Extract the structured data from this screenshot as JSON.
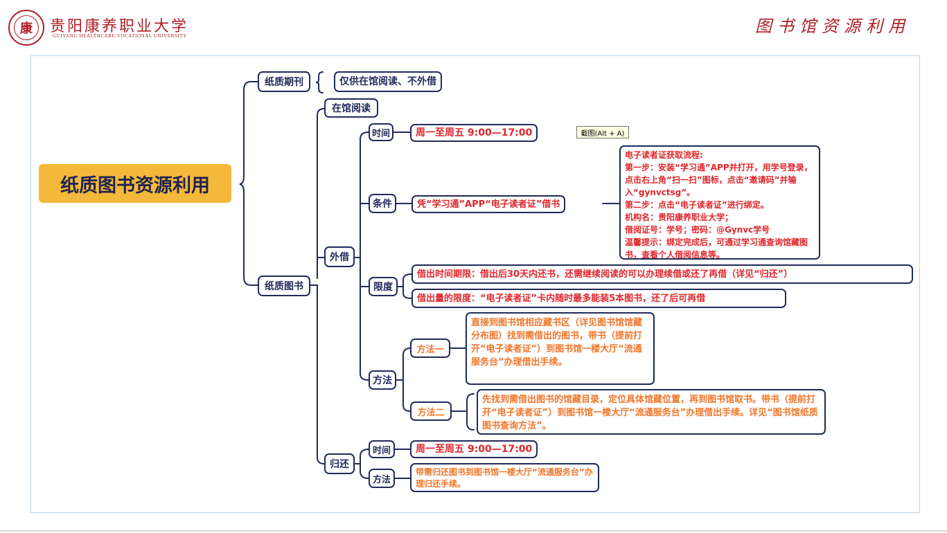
{
  "header": {
    "school_name_cn": "贵阳康养职业大学",
    "school_name_en": "GUIYANG HEALTHCARE VOCATIONAL UNIVERSITY",
    "page_title": "图书馆资源利用",
    "logo_glyph": "康"
  },
  "tooltip": "截图(Alt + A)",
  "mindmap": {
    "root": "纸质图书资源利用",
    "periodicals": {
      "label": "纸质期刊",
      "note": "仅供在馆阅读、不外借"
    },
    "books": {
      "label": "纸质图书",
      "in_library": "在馆阅读",
      "borrow": {
        "label": "外借",
        "time": {
          "label": "时间",
          "value": "周一至周五 9:00—17:00"
        },
        "condition": {
          "label": "条件",
          "value": "凭“学习通”APP“电子读者证”借书",
          "detail": [
            "电子读者证获取流程:",
            "第一步：安装“学习通”APP并打开，用学号登录，点击右上角“扫一扫”图标，点击“邀请码”并输入“gynvctsg”。",
            "第二步：点击“电子读者证”进行绑定。",
            "机构名：贵阳康养职业大学；",
            "借阅证号：学号；密码：@Gynvc学号",
            "温馨提示：绑定完成后，可通过学习通查询馆藏图书，查看个人借阅信息等。"
          ]
        },
        "limit": {
          "label": "限度",
          "period": "借出时间期限：借出后30天内还书，还需继续阅读的可以办理续借或还了再借（详见“归还”）",
          "quantity": "借出量的限度：“电子读者证”卡内随时最多能装5本图书，还了后可再借"
        },
        "method": {
          "label": "方法",
          "one_label": "方法一",
          "one_text": "直接到图书馆相应藏书区（详见图书馆馆藏分布图）找到需借出的图书，带书（提前打开“电子读者证”）到图书馆一楼大厅“流通服务台”办理借出手续。",
          "two_label": "方法二",
          "two_text": "先找到需借出图书的馆藏目录，定位具体馆藏位置，再到图书馆取书。带书（提前打开“电子读者证”）到图书馆一楼大厅“流通服务台”办理借出手续。详见“图书馆纸质图书查询方法”。"
        }
      },
      "return": {
        "label": "归还",
        "time_label": "时间",
        "time_value": "周一至周五 9:00—17:00",
        "method_label": "方法",
        "method_value": "带需归还图书到图书馆一楼大厅“流通服务台”办理归还手续。"
      }
    }
  },
  "colors": {
    "brand_red": "#b01d25",
    "root_fill": "#f4b83a",
    "node_border": "#1f2a5a",
    "value_red": "#e0262b",
    "method_orange": "#f0762a"
  }
}
